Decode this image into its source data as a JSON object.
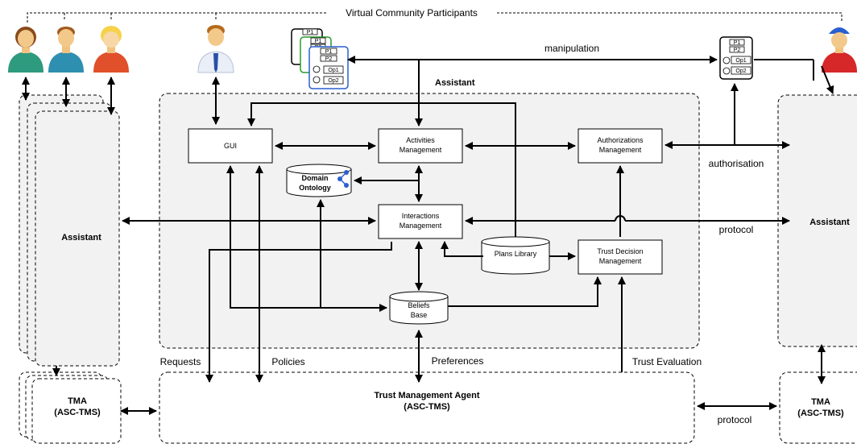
{
  "header": {
    "title": "Virtual Community Participants"
  },
  "assistant_main": {
    "title": "Assistant"
  },
  "left_stack": {
    "assistant": "Assistant",
    "tma_line1": "TMA",
    "tma_line2": "(ASC-TMS)"
  },
  "right_stack": {
    "assistant": "Assistant",
    "tma_line1": "TMA",
    "tma_line2": "(ASC-TMS)"
  },
  "tma_main": {
    "line1": "Trust Management Agent",
    "line2": "(ASC-TMS)"
  },
  "modules": {
    "gui": "GUI",
    "activities": [
      "Activities",
      "Management"
    ],
    "authorizations": [
      "Authorizations",
      "Management"
    ],
    "domain_ontology": [
      "Domain",
      "Ontology"
    ],
    "interactions": [
      "Interactions",
      "Management"
    ],
    "plans_library": "Plans Library",
    "trust_decision": [
      "Trust Decision",
      "Management"
    ],
    "beliefs_base": [
      "Beliefs",
      "Base"
    ]
  },
  "edges": {
    "manipulation": "manipulation",
    "authorisation": "authorisation",
    "protocol_top": "protocol",
    "protocol_bottom": "protocol",
    "requests": "Requests",
    "policies": "Policies",
    "preferences": "Preferences",
    "trust_evaluation": "Trust Evaluation"
  },
  "plan_cards": {
    "p1": "P1",
    "p2": "P2",
    "op1": "Op1",
    "op2": "Op2"
  },
  "colors": {
    "panel_fill": "#f2f2f2",
    "person_green": "#2e9a7e",
    "person_teal": "#2f8fb0",
    "person_orange": "#e0502a",
    "person_red": "#d62828",
    "card_green": "#2a9a2a",
    "card_blue": "#2a5fd0"
  }
}
